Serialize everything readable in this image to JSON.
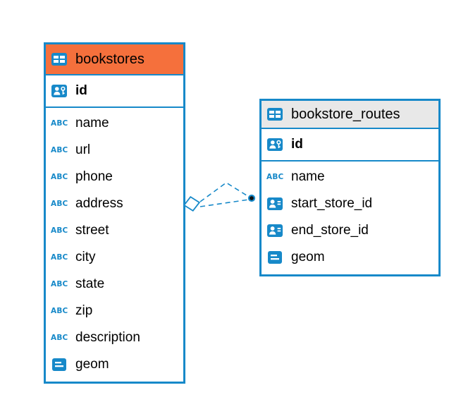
{
  "diagram": {
    "colors": {
      "accent": "#1789c9",
      "bookstores-header": "#f5703c",
      "routes-header": "#e8e8e8"
    },
    "tables": [
      {
        "name": "bookstores",
        "key_columns": [
          {
            "name": "id",
            "icon": "primary-key-icon",
            "bold": true
          }
        ],
        "columns": [
          {
            "name": "name",
            "icon": "text-type-icon"
          },
          {
            "name": "url",
            "icon": "text-type-icon"
          },
          {
            "name": "phone",
            "icon": "text-type-icon"
          },
          {
            "name": "address",
            "icon": "text-type-icon"
          },
          {
            "name": "street",
            "icon": "text-type-icon"
          },
          {
            "name": "city",
            "icon": "text-type-icon"
          },
          {
            "name": "state",
            "icon": "text-type-icon"
          },
          {
            "name": "zip",
            "icon": "text-type-icon"
          },
          {
            "name": "description",
            "icon": "text-type-icon"
          },
          {
            "name": "geom",
            "icon": "geometry-icon"
          }
        ]
      },
      {
        "name": "bookstore_routes",
        "key_columns": [
          {
            "name": "id",
            "icon": "primary-key-icon",
            "bold": true
          }
        ],
        "columns": [
          {
            "name": "name",
            "icon": "text-type-icon"
          },
          {
            "name": "start_store_id",
            "icon": "reference-icon"
          },
          {
            "name": "end_store_id",
            "icon": "reference-icon"
          },
          {
            "name": "geom",
            "icon": "geometry-icon"
          }
        ]
      }
    ]
  }
}
